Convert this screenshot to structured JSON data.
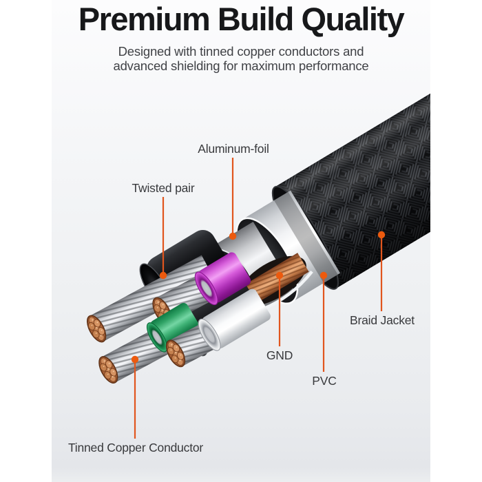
{
  "header": {
    "title": "Premium Build Quality",
    "subtitle_line1": "Designed with tinned copper conductors and",
    "subtitle_line2": "advanced shielding for maximum performance"
  },
  "diagram": {
    "labels": {
      "aluminum_foil": "Aluminum-foil",
      "twisted_pair": "Twisted pair",
      "braid_jacket": "Braid Jacket",
      "gnd": "GND",
      "pvc": "PVC",
      "tinned_copper_conductor": "Tinned Copper Conductor"
    },
    "colors": {
      "leader_line": "#e1551d",
      "leader_dot": "#ec5a0e",
      "braid_jacket": "#0b0c0e",
      "aluminum_foil": "#d2d4d7",
      "pvc": "#f2f3f5",
      "magenta_sleeve": "#c840cf",
      "green_sleeve": "#2da364",
      "white_sleeve": "#fafbfc",
      "copper": "#c97f4e",
      "tinned_wire": "#e9ebef"
    }
  }
}
